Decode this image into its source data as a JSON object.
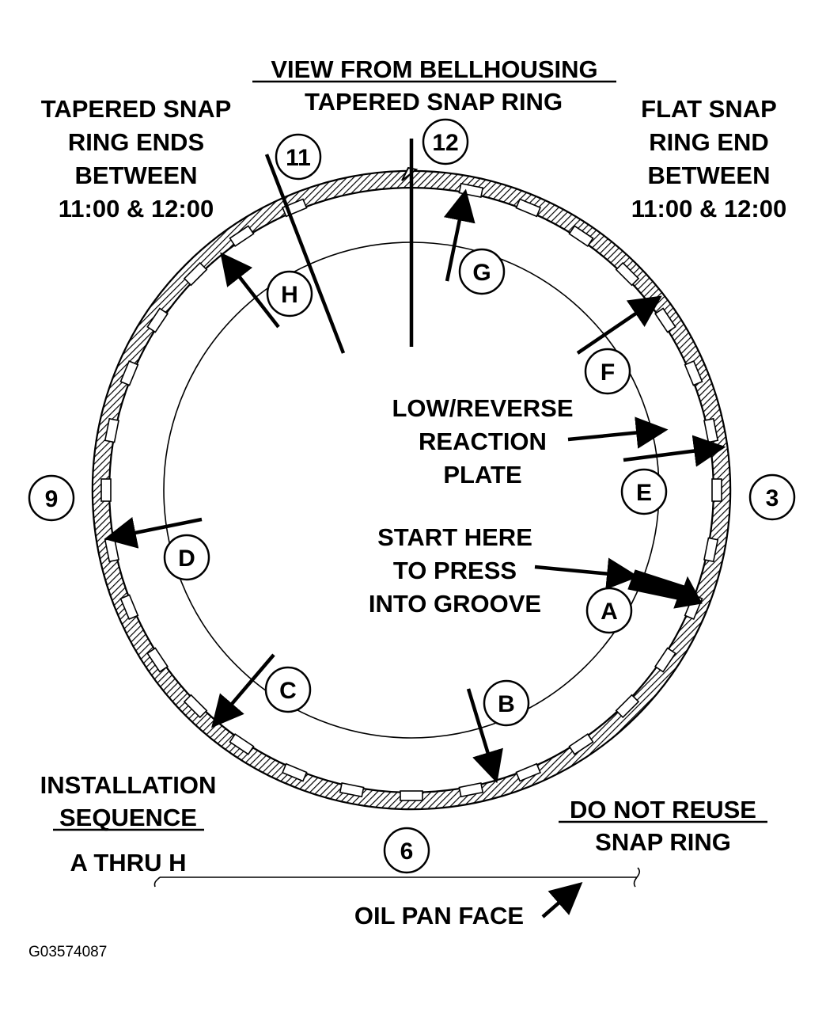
{
  "header": {
    "view_title": "VIEW FROM BELLHOUSING",
    "ring_title": "TAPERED SNAP RING"
  },
  "notes": {
    "tapered_ends": [
      "TAPERED SNAP",
      "RING ENDS",
      "BETWEEN",
      "11:00 & 12:00"
    ],
    "flat_end": [
      "FLAT SNAP",
      "RING END",
      "BETWEEN",
      "11:00 & 12:00"
    ],
    "reaction_plate": [
      "LOW/REVERSE",
      "REACTION",
      "PLATE"
    ],
    "start_here": [
      "START HERE",
      "TO PRESS",
      "INTO GROOVE"
    ],
    "installation": [
      "INSTALLATION",
      "SEQUENCE",
      "A THRU H"
    ],
    "do_not_reuse": [
      "DO NOT REUSE",
      "SNAP RING"
    ],
    "oil_pan_face": "OIL PAN FACE"
  },
  "clock_positions": {
    "p12": "12",
    "p11": "11",
    "p3": "3",
    "p6": "6",
    "p9": "9"
  },
  "sequence_points": {
    "a": "A",
    "b": "B",
    "c": "C",
    "d": "D",
    "e": "E",
    "f": "F",
    "g": "G",
    "h": "H"
  },
  "figure_ref": "G03574087"
}
